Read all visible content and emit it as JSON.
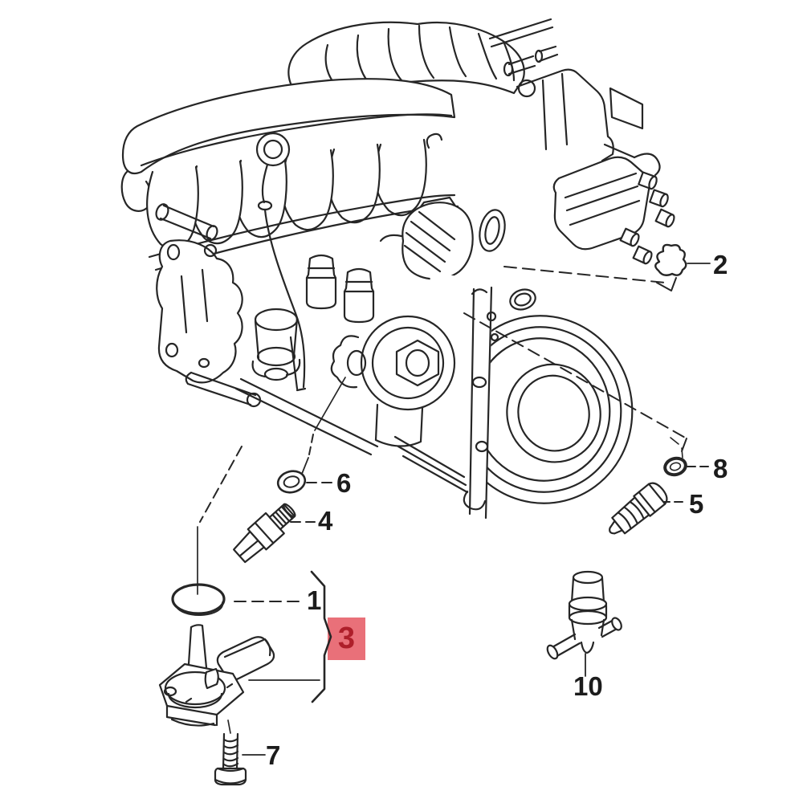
{
  "image": {
    "type": "exploded engine parts line diagram",
    "background_color": "#ffffff",
    "line_color": "#262626",
    "highlight": {
      "label": "3",
      "box_color": "#e97079",
      "text_color": "#ae1f2a"
    },
    "callouts": {
      "c1": {
        "label": "1"
      },
      "c2": {
        "label": "2"
      },
      "c3": {
        "label": "3"
      },
      "c4": {
        "label": "4"
      },
      "c5": {
        "label": "5"
      },
      "c6": {
        "label": "6"
      },
      "c7": {
        "label": "7"
      },
      "c8": {
        "label": "8"
      },
      "c10": {
        "label": "10"
      }
    }
  }
}
